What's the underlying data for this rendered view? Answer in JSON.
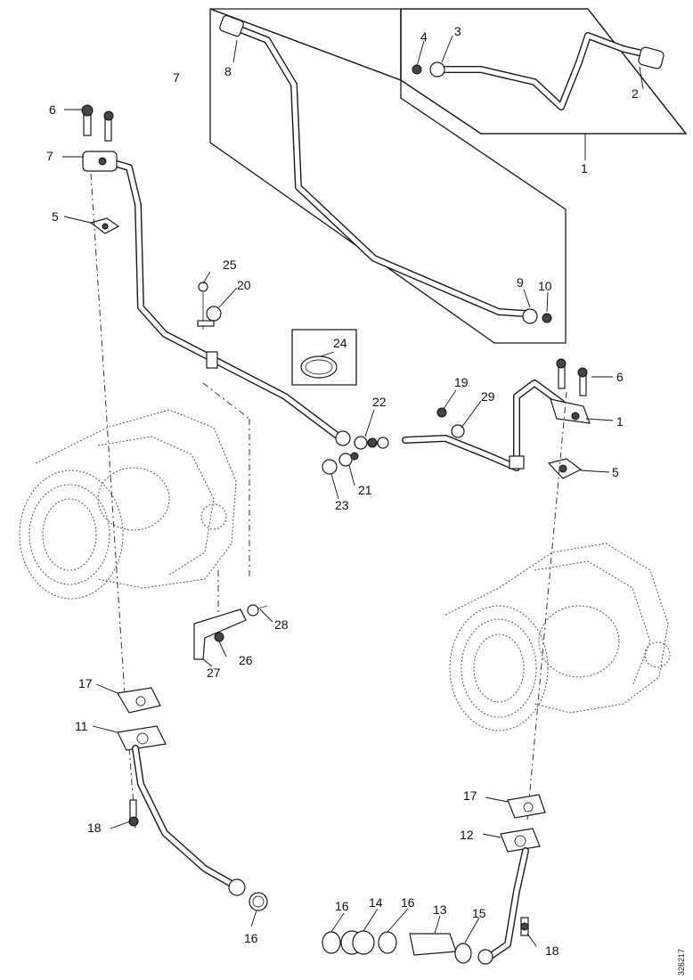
{
  "callouts": {
    "p1_box": "1",
    "p1_flange": "1",
    "p2": "2",
    "p3": "3",
    "p4": "4",
    "p5_left": "5",
    "p5_right": "5",
    "p6_left": "6",
    "p6_right": "6",
    "p7_top": "7",
    "p7_left": "7",
    "p8": "8",
    "p9": "9",
    "p10": "10",
    "p11": "11",
    "p12": "12",
    "p13": "13",
    "p14": "14",
    "p15": "15",
    "p16_a": "16",
    "p16_b": "16",
    "p16_c": "16",
    "p17_left": "17",
    "p17_right": "17",
    "p18_left": "18",
    "p18_right": "18",
    "p19": "19",
    "p20": "20",
    "p21": "21",
    "p22": "22",
    "p23": "23",
    "p24": "24",
    "p25": "25",
    "p26": "26",
    "p27": "27",
    "p28": "28",
    "p29": "29"
  },
  "drawing_code": "326217"
}
